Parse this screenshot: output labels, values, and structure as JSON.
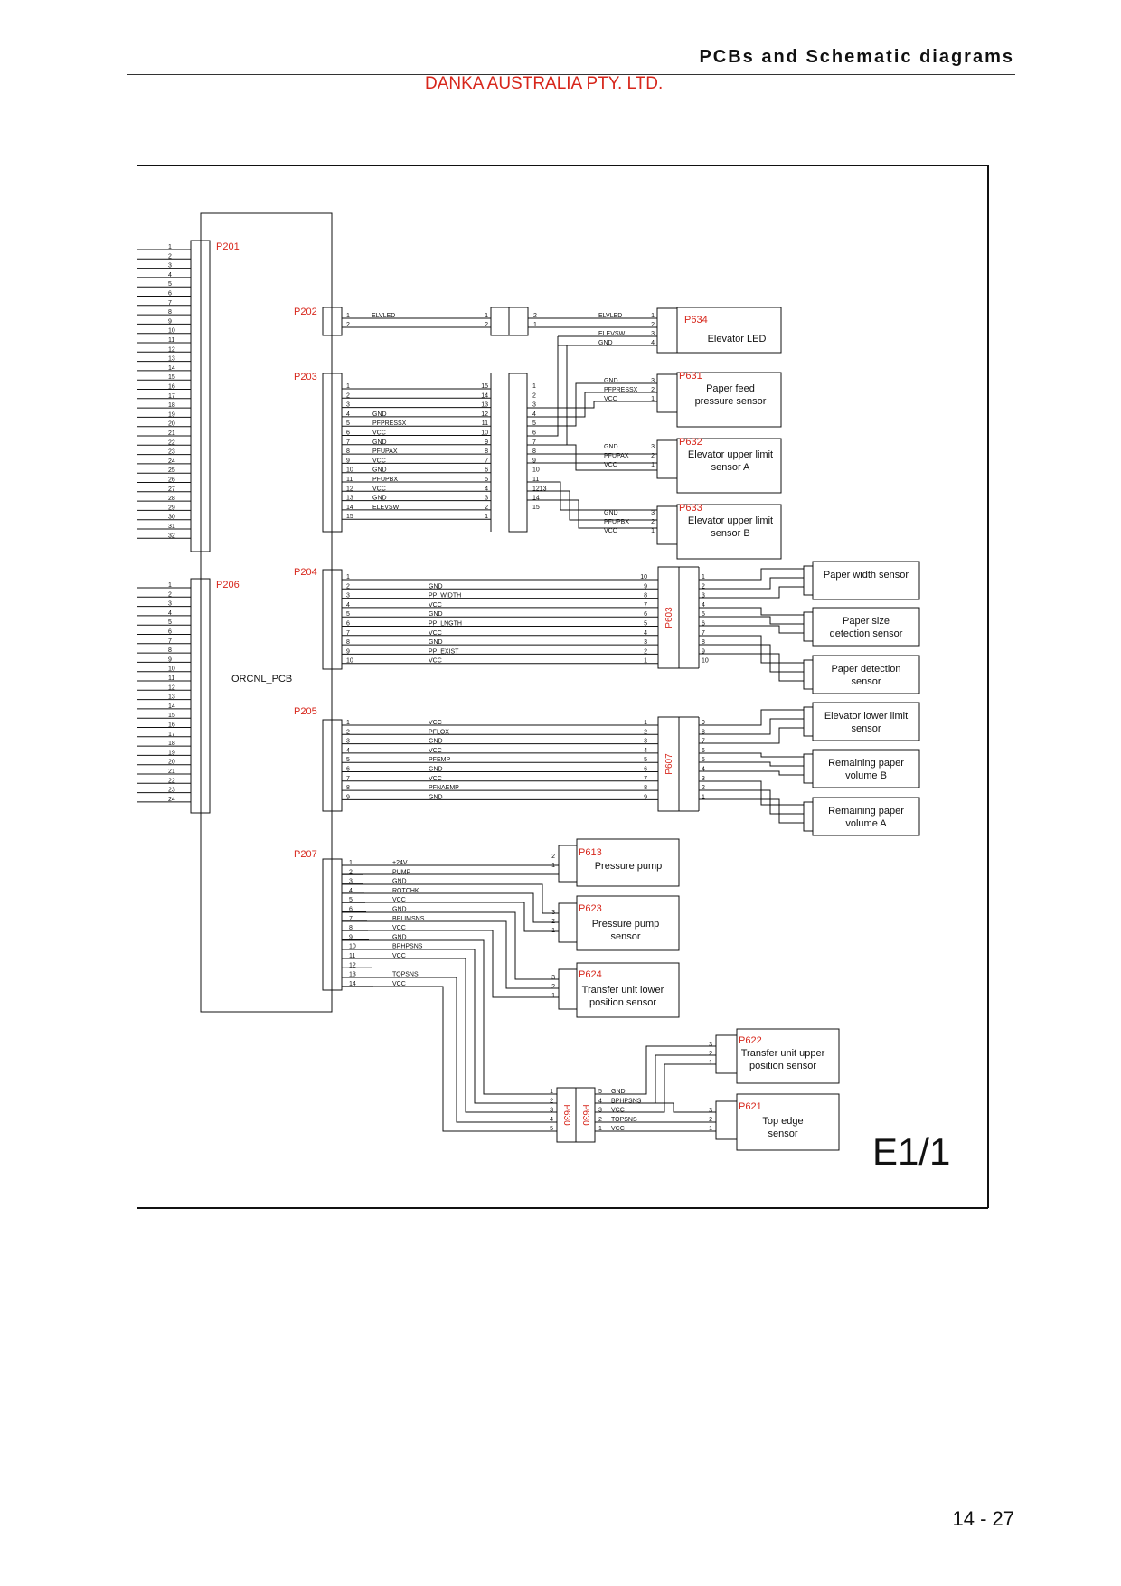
{
  "header": {
    "title": "PCBs and Schematic diagrams",
    "company": "DANKA AUSTRALIA PTY. LTD."
  },
  "page_number": "14 - 27",
  "sheet_label": "E1/1",
  "colors": {
    "red_label": "#d7261b",
    "line": "#111111"
  },
  "main_pcb": "ORCNL_PCB",
  "connectors": {
    "p201": "P201",
    "p206": "P206",
    "p202": "P202",
    "p203": "P203",
    "p204": "P204",
    "p205": "P205",
    "p207": "P207",
    "p634": "P634",
    "p631": "P631",
    "p632": "P632",
    "p633": "P633",
    "p603": "P603",
    "p607": "P607",
    "p613": "P613",
    "p623": "P623",
    "p624": "P624",
    "p622": "P622",
    "p621": "P621",
    "p630": "P630"
  },
  "devices": {
    "elevator_led": "Elevator LED",
    "paper_feed_pressure": [
      "Paper feed",
      "pressure sensor"
    ],
    "elev_upper_a": [
      "Elevator upper limit",
      "sensor A"
    ],
    "elev_upper_b": [
      "Elevator upper limit",
      "sensor B"
    ],
    "paper_width": [
      "Paper width sensor"
    ],
    "paper_size": [
      "Paper size",
      "detection sensor"
    ],
    "paper_detection": [
      "Paper detection",
      "sensor"
    ],
    "elev_lower": [
      "Elevator lower limit",
      "sensor"
    ],
    "remaining_b": [
      "Remaining paper",
      "volume B"
    ],
    "remaining_a": [
      "Remaining paper",
      "volume A"
    ],
    "pressure_pump": [
      "Pressure pump"
    ],
    "pressure_pump_sensor": [
      "Pressure pump",
      "sensor"
    ],
    "transfer_lower": [
      "Transfer unit lower",
      "position sensor"
    ],
    "transfer_upper": [
      "Transfer unit upper",
      "position sensor"
    ],
    "top_edge": [
      "Top edge",
      "sensor"
    ]
  },
  "p201_pins": [
    "1",
    "2",
    "3",
    "4",
    "5",
    "6",
    "7",
    "8",
    "9",
    "10",
    "11",
    "12",
    "13",
    "14",
    "15",
    "16",
    "17",
    "18",
    "19",
    "20",
    "21",
    "22",
    "23",
    "24",
    "25",
    "26",
    "27",
    "28",
    "29",
    "30",
    "31",
    "32"
  ],
  "p206_pins": [
    "1",
    "2",
    "3",
    "4",
    "5",
    "6",
    "7",
    "8",
    "9",
    "10",
    "11",
    "12",
    "13",
    "14",
    "15",
    "16",
    "17",
    "18",
    "19",
    "20",
    "21",
    "22",
    "23",
    "24"
  ],
  "p202_signals": [
    {
      "pin": "1",
      "name": "ELVLED",
      "mid_l": "1",
      "mid_r": "2",
      "far": "ELVLED",
      "far_pin": "1"
    },
    {
      "pin": "2",
      "name": "",
      "mid_l": "2",
      "mid_r": "1",
      "far": "",
      "far_pin": "2"
    }
  ],
  "p634_extra": [
    {
      "name": "ELEVSW",
      "pin": "3"
    },
    {
      "name": "GND",
      "pin": "4"
    }
  ],
  "p203_rows": [
    {
      "pin": "1",
      "name": "",
      "mid_l": "15",
      "mid_r": "1"
    },
    {
      "pin": "2",
      "name": "",
      "mid_l": "14",
      "mid_r": "2"
    },
    {
      "pin": "3",
      "name": "",
      "mid_l": "13",
      "mid_r": "3"
    },
    {
      "pin": "4",
      "name": "GND",
      "mid_l": "12",
      "mid_r": "4"
    },
    {
      "pin": "5",
      "name": "PFPRESSX",
      "mid_l": "11",
      "mid_r": "5"
    },
    {
      "pin": "6",
      "name": "VCC",
      "mid_l": "10",
      "mid_r": "6"
    },
    {
      "pin": "7",
      "name": "GND",
      "mid_l": "9",
      "mid_r": "7"
    },
    {
      "pin": "8",
      "name": "PFUPAX",
      "mid_l": "8",
      "mid_r": "8"
    },
    {
      "pin": "9",
      "name": "VCC",
      "mid_l": "7",
      "mid_r": "9"
    },
    {
      "pin": "10",
      "name": "GND",
      "mid_l": "6",
      "mid_r": "10"
    },
    {
      "pin": "11",
      "name": "PFUPBX",
      "mid_l": "5",
      "mid_r": "11"
    },
    {
      "pin": "12",
      "name": "VCC",
      "mid_l": "4",
      "mid_r": "1213"
    },
    {
      "pin": "13",
      "name": "GND",
      "mid_l": "3",
      "mid_r": "14"
    },
    {
      "pin": "14",
      "name": "ELEVSW",
      "mid_l": "2",
      "mid_r": "15"
    },
    {
      "pin": "15",
      "name": "",
      "mid_l": "1",
      "mid_r": ""
    }
  ],
  "p631_signals": [
    {
      "name": "GND",
      "pin": "3"
    },
    {
      "name": "PFPRESSX",
      "pin": "2"
    },
    {
      "name": "VCC",
      "pin": "1"
    }
  ],
  "p632_signals": [
    {
      "name": "GND",
      "pin": "3"
    },
    {
      "name": "PFUPAX",
      "pin": "2"
    },
    {
      "name": "VCC",
      "pin": "1"
    }
  ],
  "p633_signals": [
    {
      "name": "GND",
      "pin": "3"
    },
    {
      "name": "PFUPBX",
      "pin": "2"
    },
    {
      "name": "VCC",
      "pin": "1"
    }
  ],
  "p204_rows": [
    {
      "pin": "1",
      "name": "",
      "mid": "10",
      "out": "1"
    },
    {
      "pin": "2",
      "name": "GND",
      "mid": "9",
      "out": "2"
    },
    {
      "pin": "3",
      "name": "PP_WIDTH",
      "mid": "8",
      "out": "3"
    },
    {
      "pin": "4",
      "name": "VCC",
      "mid": "7",
      "out": "4"
    },
    {
      "pin": "5",
      "name": "GND",
      "mid": "6",
      "out": "5"
    },
    {
      "pin": "6",
      "name": "PP_LNGTH",
      "mid": "5",
      "out": "6"
    },
    {
      "pin": "7",
      "name": "VCC",
      "mid": "4",
      "out": "7"
    },
    {
      "pin": "8",
      "name": "GND",
      "mid": "3",
      "out": "8"
    },
    {
      "pin": "9",
      "name": "PP_EXIST",
      "mid": "2",
      "out": "9"
    },
    {
      "pin": "10",
      "name": "VCC",
      "mid": "1",
      "out": "10"
    }
  ],
  "p205_rows": [
    {
      "pin": "1",
      "name": "VCC",
      "mid": "1",
      "out": "9"
    },
    {
      "pin": "2",
      "name": "PFLOX",
      "mid": "2",
      "out": "8"
    },
    {
      "pin": "3",
      "name": "GND",
      "mid": "3",
      "out": "7"
    },
    {
      "pin": "4",
      "name": "VCC",
      "mid": "4",
      "out": "6"
    },
    {
      "pin": "5",
      "name": "PFEMP",
      "mid": "5",
      "out": "5"
    },
    {
      "pin": "6",
      "name": "GND",
      "mid": "6",
      "out": "4"
    },
    {
      "pin": "7",
      "name": "VCC",
      "mid": "7",
      "out": "3"
    },
    {
      "pin": "8",
      "name": "PFNAEMP",
      "mid": "8",
      "out": "2"
    },
    {
      "pin": "9",
      "name": "GND",
      "mid": "9",
      "out": "1"
    }
  ],
  "p207_rows": [
    {
      "pin": "1",
      "name": "+24V"
    },
    {
      "pin": "2",
      "name": "PUMP"
    },
    {
      "pin": "3",
      "name": "GND"
    },
    {
      "pin": "4",
      "name": "ROTCHK"
    },
    {
      "pin": "5",
      "name": "VCC"
    },
    {
      "pin": "6",
      "name": "GND"
    },
    {
      "pin": "7",
      "name": "BPLIMSNS"
    },
    {
      "pin": "8",
      "name": "VCC"
    },
    {
      "pin": "9",
      "name": "GND"
    },
    {
      "pin": "10",
      "name": "BPHPSNS"
    },
    {
      "pin": "11",
      "name": "VCC"
    },
    {
      "pin": "12",
      "name": ""
    },
    {
      "pin": "13",
      "name": "TOPSNS"
    },
    {
      "pin": "14",
      "name": "VCC"
    }
  ],
  "p613_pins": [
    "2",
    "1"
  ],
  "p623_pins": [
    "3",
    "2",
    "1"
  ],
  "p624_pins": [
    "3",
    "2",
    "1"
  ],
  "p622_pins": [
    "3",
    "2",
    "1"
  ],
  "p621_pins": [
    "3",
    "2",
    "1"
  ],
  "p630_left_pins": [
    "1",
    "2",
    "3",
    "4",
    "5"
  ],
  "p630_right": [
    {
      "pin": "5",
      "name": "GND"
    },
    {
      "pin": "4",
      "name": "BPHPSNS"
    },
    {
      "pin": "3",
      "name": "VCC"
    },
    {
      "pin": "2",
      "name": "TOPSNS"
    },
    {
      "pin": "1",
      "name": "VCC"
    }
  ]
}
